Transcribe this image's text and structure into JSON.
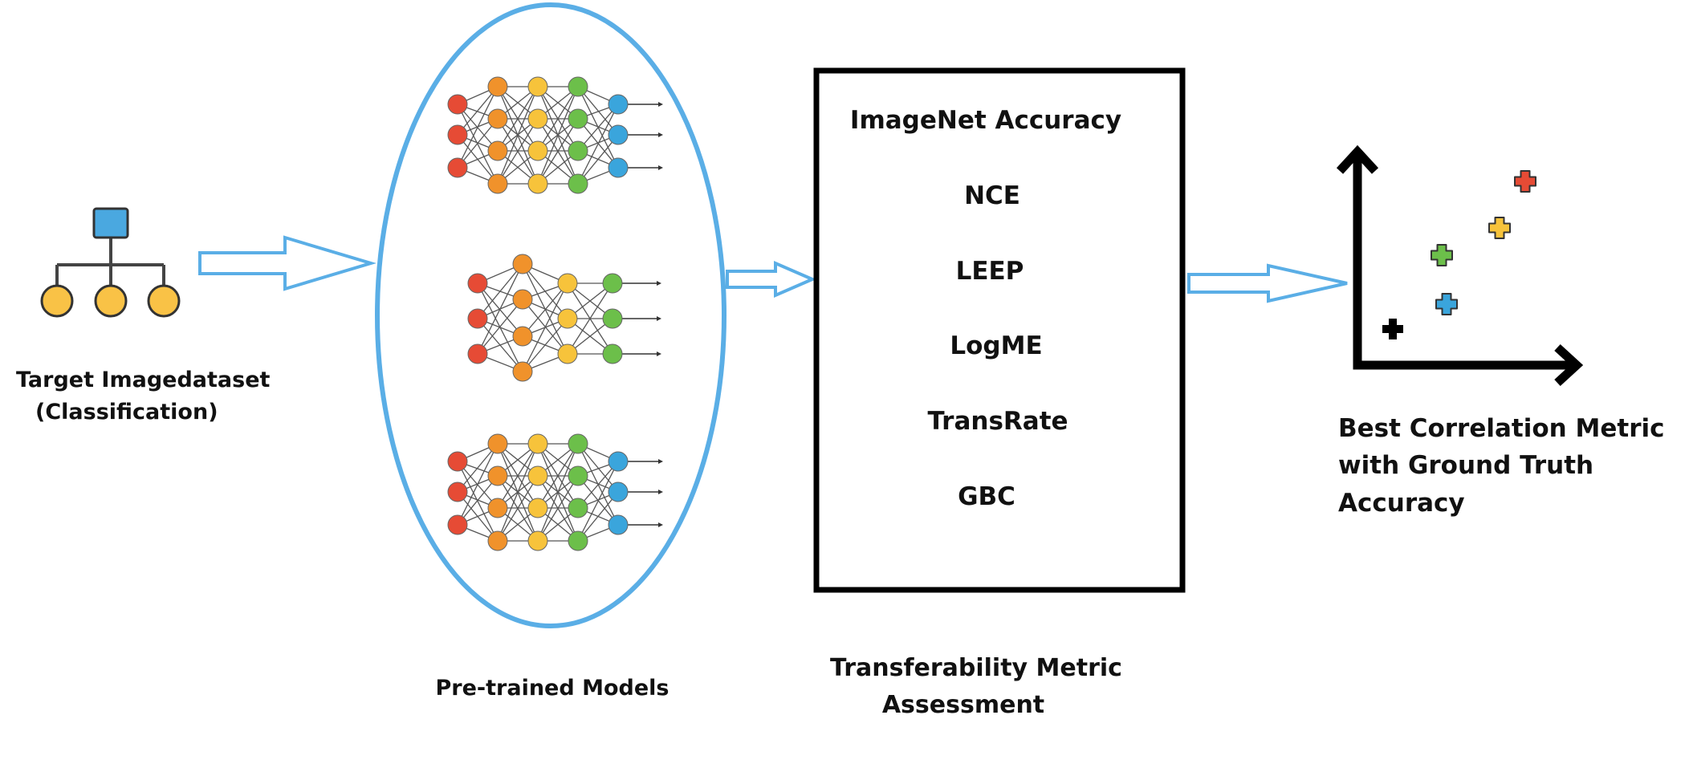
{
  "target": {
    "title_line1": "Target Imagedataset",
    "title_line2": "(Classification)"
  },
  "models": {
    "label": "Pre-trained Models"
  },
  "metrics": {
    "items": [
      "ImageNet Accuracy",
      "NCE",
      "LEEP",
      "LogME",
      "TransRate",
      "GBC"
    ],
    "label_line1": "Transferability Metric",
    "label_line2": "Assessment"
  },
  "result": {
    "line1": "Best Correlation Metric",
    "line2": "with Ground Truth",
    "line3": "Accuracy"
  },
  "colors": {
    "arrow": "#5aaee6",
    "ellipse": "#5aaee6",
    "red": "#e64b35",
    "orange": "#f0922b",
    "yellow": "#f7c33b",
    "green": "#6cbf4a",
    "blue": "#3aa5dc",
    "black": "#000000"
  },
  "icons": [
    "hierarchy-icon",
    "neural-network-icon",
    "scatter-plot-icon"
  ]
}
